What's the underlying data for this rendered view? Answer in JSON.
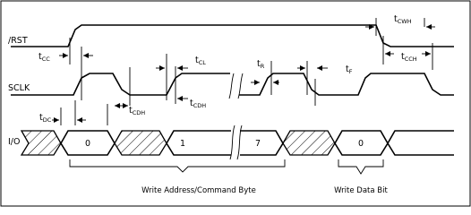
{
  "signals": {
    "rst": "/RST",
    "sclk": "SCLK",
    "io": "I/O"
  },
  "timing": {
    "tcc": {
      "main": "t",
      "sub": "CC"
    },
    "tcwh": {
      "main": "t",
      "sub": "CWH"
    },
    "tcch": {
      "main": "t",
      "sub": "CCH"
    },
    "tcl": {
      "main": "t",
      "sub": "CL"
    },
    "tr": {
      "main": "t",
      "sub": "R"
    },
    "tf": {
      "main": "t",
      "sub": "F"
    },
    "tdc": {
      "main": "t",
      "sub": "DC"
    },
    "tcdh_1": {
      "main": "t",
      "sub": "CDH"
    },
    "tcdh_2": {
      "main": "t",
      "sub": "CDH"
    }
  },
  "bits": {
    "bit_0": "0",
    "bit_1": "1",
    "bit_7": "7",
    "data_0": "0"
  },
  "captions": {
    "write_address": "Write Address/Command Byte",
    "write_data": "Write Data Bit"
  }
}
